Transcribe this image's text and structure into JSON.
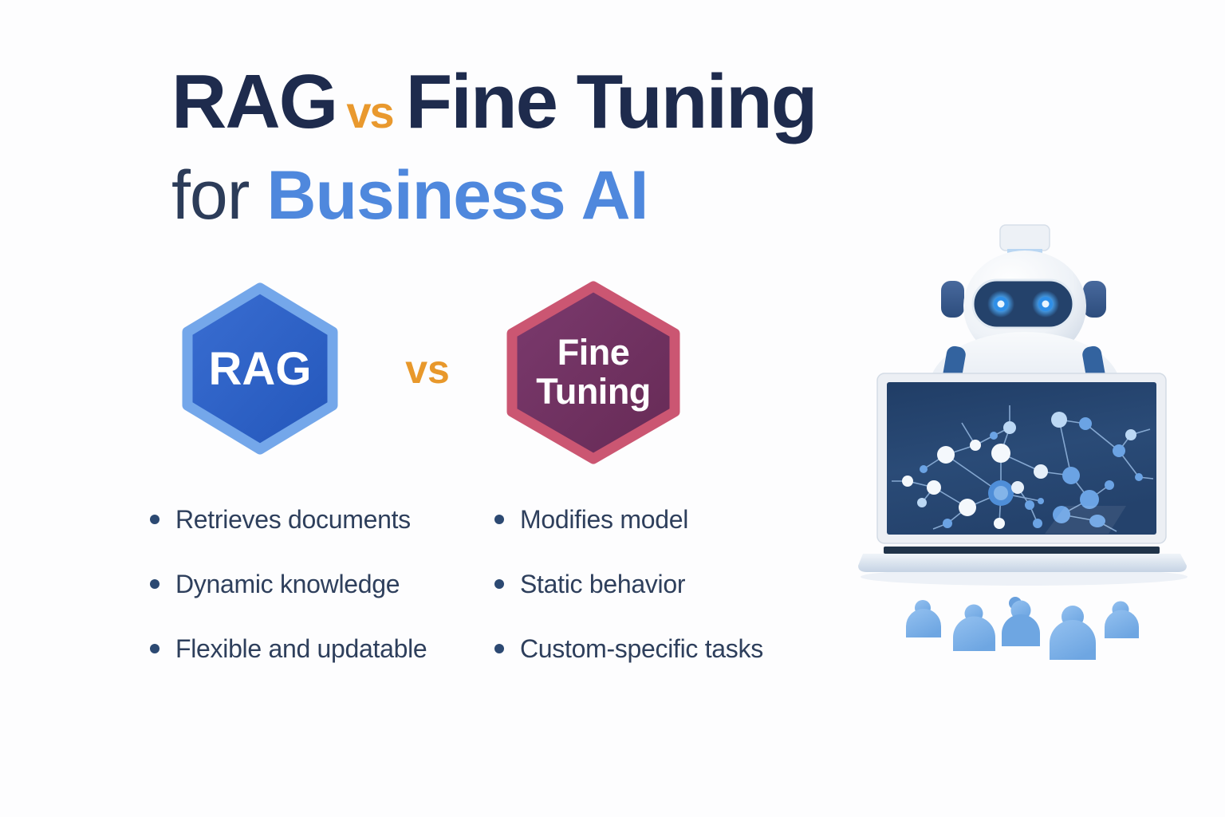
{
  "title": {
    "rag": "RAG",
    "vs": "vs",
    "fine_tuning": "Fine Tuning",
    "for_word": "for",
    "business_ai": "Business AI"
  },
  "versus_badges": {
    "left_label": "RAG",
    "vs_label": "vs",
    "right_label_line1": "Fine",
    "right_label_line2": "Tuning"
  },
  "bullets": {
    "rag": [
      "Retrieves documents",
      "Dynamic knowledge",
      "Flexible and updatable"
    ],
    "fine_tuning": [
      "Modifies model",
      "Static behavior",
      "Custom-specific tasks"
    ]
  },
  "colors": {
    "title_navy": "#1e2b4d",
    "title_orange": "#e9992e",
    "title_blue": "#4f88dd",
    "hex_blue_fill": "#2b60c5",
    "hex_blue_border": "#74a7ea",
    "hex_plum_fill": "#703061",
    "hex_plum_border": "#cb5672",
    "bullet_text": "#2e3f5c",
    "people_blue": "#85b5e9",
    "screen_navy": "#27476f"
  },
  "illustration": {
    "icons": [
      "robot-icon",
      "laptop-icon",
      "neural-network-graph-icon",
      "person-icon"
    ]
  }
}
